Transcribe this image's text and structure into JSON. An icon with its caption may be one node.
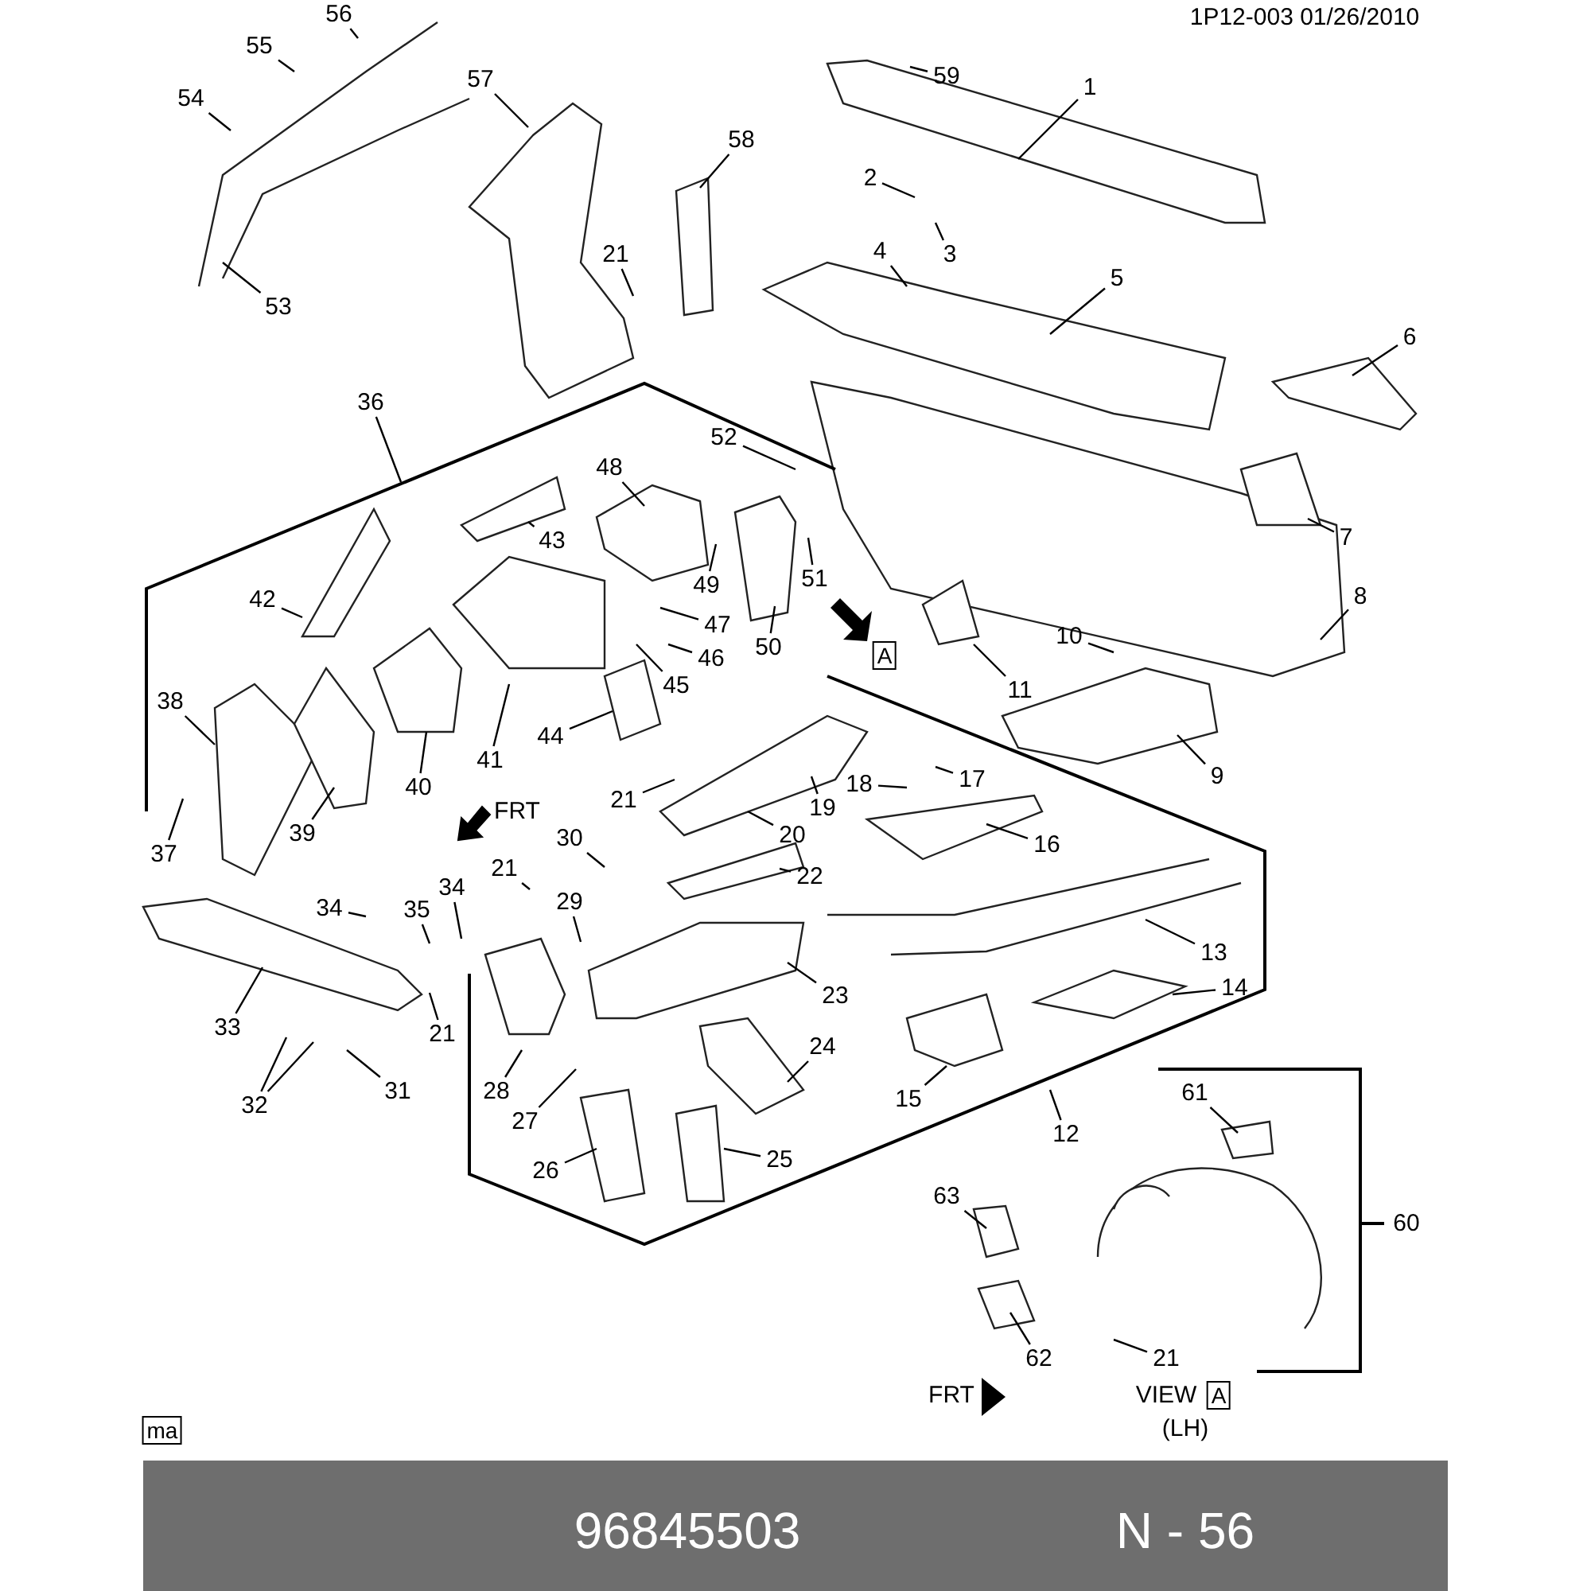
{
  "diagram": {
    "nodes": [
      {
        "text": [
          "56"
        ]
      },
      {
        "text": [
          "55"
        ]
      },
      {
        "text": [
          "54"
        ]
      },
      {
        "text": [
          "53"
        ]
      },
      {
        "text": [
          "57"
        ]
      },
      {
        "text": [
          "58"
        ]
      },
      {
        "text": [
          "59"
        ]
      },
      {
        "text": [
          "1"
        ]
      },
      {
        "text": [
          "2"
        ]
      },
      {
        "text": [
          "4"
        ]
      },
      {
        "text": [
          "3"
        ]
      },
      {
        "text": [
          "21"
        ]
      },
      {
        "text": [
          "5"
        ]
      },
      {
        "text": [
          "6"
        ]
      },
      {
        "text": [
          "36"
        ]
      },
      {
        "text": [
          "52"
        ]
      },
      {
        "text": [
          "48"
        ]
      },
      {
        "text": [
          "7"
        ]
      },
      {
        "text": [
          "43"
        ]
      },
      {
        "text": [
          "49"
        ]
      },
      {
        "text": [
          "51"
        ]
      },
      {
        "text": [
          "42"
        ]
      },
      {
        "text": [
          "47"
        ]
      },
      {
        "text": [
          "50"
        ]
      },
      {
        "text": [
          "8"
        ]
      },
      {
        "text": [
          "10"
        ]
      },
      {
        "text": [
          "46"
        ]
      },
      {
        "text": [
          "45"
        ]
      },
      {
        "text": [
          "11"
        ]
      },
      {
        "text": [
          "38"
        ]
      },
      {
        "text": [
          "41"
        ]
      },
      {
        "text": [
          "44"
        ]
      },
      {
        "text": [
          "40"
        ]
      },
      {
        "text": [
          "17"
        ]
      },
      {
        "text": [
          "18"
        ]
      },
      {
        "text": [
          "9"
        ]
      },
      {
        "text": [
          "21"
        ]
      },
      {
        "text": [
          "19"
        ]
      },
      {
        "text": [
          "39"
        ]
      },
      {
        "text": [
          "37"
        ]
      },
      {
        "text": [
          "20"
        ]
      },
      {
        "text": [
          "16"
        ]
      },
      {
        "text": [
          "30"
        ]
      },
      {
        "text": [
          "21"
        ]
      },
      {
        "text": [
          "22"
        ]
      },
      {
        "text": [
          "34"
        ]
      },
      {
        "text": [
          "35"
        ]
      },
      {
        "text": [
          "34"
        ]
      },
      {
        "text": [
          "29"
        ]
      },
      {
        "text": [
          "13"
        ]
      },
      {
        "text": [
          "23"
        ]
      },
      {
        "text": [
          "14"
        ]
      },
      {
        "text": [
          "33"
        ]
      },
      {
        "text": [
          "21"
        ]
      },
      {
        "text": [
          "24"
        ]
      },
      {
        "text": [
          "28"
        ]
      },
      {
        "text": [
          "31"
        ]
      },
      {
        "text": [
          "32"
        ]
      },
      {
        "text": [
          "15"
        ]
      },
      {
        "text": [
          "27"
        ]
      },
      {
        "text": [
          "61"
        ]
      },
      {
        "text": [
          "12"
        ]
      },
      {
        "text": [
          "26"
        ]
      },
      {
        "text": [
          "25"
        ]
      },
      {
        "text": [
          "63"
        ]
      },
      {
        "text": [
          "60"
        ]
      },
      {
        "text": [
          "62"
        ]
      },
      {
        "text": [
          "21"
        ]
      }
    ],
    "edges": [
      {
        "from": 0,
        "to": null,
        "arrow": "none"
      },
      {
        "from": 1,
        "to": null,
        "arrow": "none"
      },
      {
        "from": 2,
        "to": null,
        "arrow": "none"
      },
      {
        "from": 3,
        "to": null,
        "arrow": "none"
      },
      {
        "from": 4,
        "to": null,
        "arrow": "none"
      },
      {
        "from": 5,
        "to": null,
        "arrow": "none"
      },
      {
        "from": 6,
        "to": null,
        "arrow": "none"
      },
      {
        "from": 7,
        "to": null,
        "arrow": "none"
      },
      {
        "from": 8,
        "to": null,
        "arrow": "none"
      },
      {
        "from": 9,
        "to": null,
        "arrow": "none"
      },
      {
        "from": 10,
        "to": null,
        "arrow": "none"
      },
      {
        "from": 11,
        "to": null,
        "arrow": "none"
      },
      {
        "from": 12,
        "to": null,
        "arrow": "none"
      },
      {
        "from": 13,
        "to": null,
        "arrow": "none"
      },
      {
        "from": 14,
        "to": null,
        "arrow": "none"
      },
      {
        "from": 15,
        "to": null,
        "arrow": "none"
      },
      {
        "from": 16,
        "to": null,
        "arrow": "none"
      },
      {
        "from": 17,
        "to": null,
        "arrow": "none"
      },
      {
        "from": 18,
        "to": null,
        "arrow": "none"
      },
      {
        "from": 19,
        "to": null,
        "arrow": "none"
      },
      {
        "from": 20,
        "to": null,
        "arrow": "none"
      },
      {
        "from": 21,
        "to": null,
        "arrow": "none"
      },
      {
        "from": 22,
        "to": null,
        "arrow": "none"
      },
      {
        "from": 23,
        "to": null,
        "arrow": "none"
      },
      {
        "from": 24,
        "to": null,
        "arrow": "none"
      },
      {
        "from": 25,
        "to": null,
        "arrow": "none"
      },
      {
        "from": 26,
        "to": null,
        "arrow": "none"
      },
      {
        "from": 27,
        "to": null,
        "arrow": "none"
      },
      {
        "from": 28,
        "to": null,
        "arrow": "none"
      },
      {
        "from": 29,
        "to": null,
        "arrow": "none"
      },
      {
        "from": 30,
        "to": null,
        "arrow": "none"
      },
      {
        "from": 31,
        "to": null,
        "arrow": "none"
      },
      {
        "from": 32,
        "to": null,
        "arrow": "none"
      },
      {
        "from": 33,
        "to": null,
        "arrow": "none"
      },
      {
        "from": 34,
        "to": null,
        "arrow": "none"
      },
      {
        "from": 35,
        "to": null,
        "arrow": "none"
      },
      {
        "from": 36,
        "to": null,
        "arrow": "none"
      },
      {
        "from": 37,
        "to": null,
        "arrow": "none"
      },
      {
        "from": 38,
        "to": null,
        "arrow": "none"
      },
      {
        "from": 39,
        "to": null,
        "arrow": "none"
      },
      {
        "from": 40,
        "to": null,
        "arrow": "none"
      },
      {
        "from": 41,
        "to": null,
        "arrow": "none"
      },
      {
        "from": 42,
        "to": null,
        "arrow": "none"
      },
      {
        "from": 43,
        "to": null,
        "arrow": "none"
      },
      {
        "from": 44,
        "to": null,
        "arrow": "none"
      },
      {
        "from": 45,
        "to": null,
        "arrow": "none"
      },
      {
        "from": 46,
        "to": null,
        "arrow": "none"
      },
      {
        "from": 47,
        "to": null,
        "arrow": "none"
      },
      {
        "from": 48,
        "to": null,
        "arrow": "none"
      },
      {
        "from": 49,
        "to": null,
        "arrow": "none"
      },
      {
        "from": 50,
        "to": null,
        "arrow": "none"
      },
      {
        "from": 51,
        "to": null,
        "arrow": "none"
      },
      {
        "from": 52,
        "to": null,
        "arrow": "none"
      },
      {
        "from": 53,
        "to": null,
        "arrow": "none"
      },
      {
        "from": 54,
        "to": null,
        "arrow": "none"
      },
      {
        "from": 55,
        "to": null,
        "arrow": "none"
      },
      {
        "from": 56,
        "to": null,
        "arrow": "none"
      },
      {
        "from": 57,
        "to": null,
        "arrow": "none"
      },
      {
        "from": 57,
        "to": null,
        "arrow": "none"
      },
      {
        "from": 58,
        "to": null,
        "arrow": "none"
      },
      {
        "from": 59,
        "to": null,
        "arrow": "none"
      },
      {
        "from": 60,
        "to": null,
        "arrow": "none"
      },
      {
        "from": 61,
        "to": null,
        "arrow": "none"
      },
      {
        "from": 62,
        "to": null,
        "arrow": "none"
      },
      {
        "from": 63,
        "to": null,
        "arrow": "none"
      },
      {
        "from": 64,
        "to": null,
        "arrow": "none"
      },
      {
        "from": 66,
        "to": null,
        "arrow": "none"
      },
      {
        "from": 67,
        "to": null,
        "arrow": "none"
      }
    ],
    "labels": [
      "1P12-003 01/26/2010",
      "A",
      "FRT",
      "FRT",
      "VIEW",
      "A",
      "(LH)",
      "ma",
      "96845503",
      "N - 56"
    ]
  }
}
